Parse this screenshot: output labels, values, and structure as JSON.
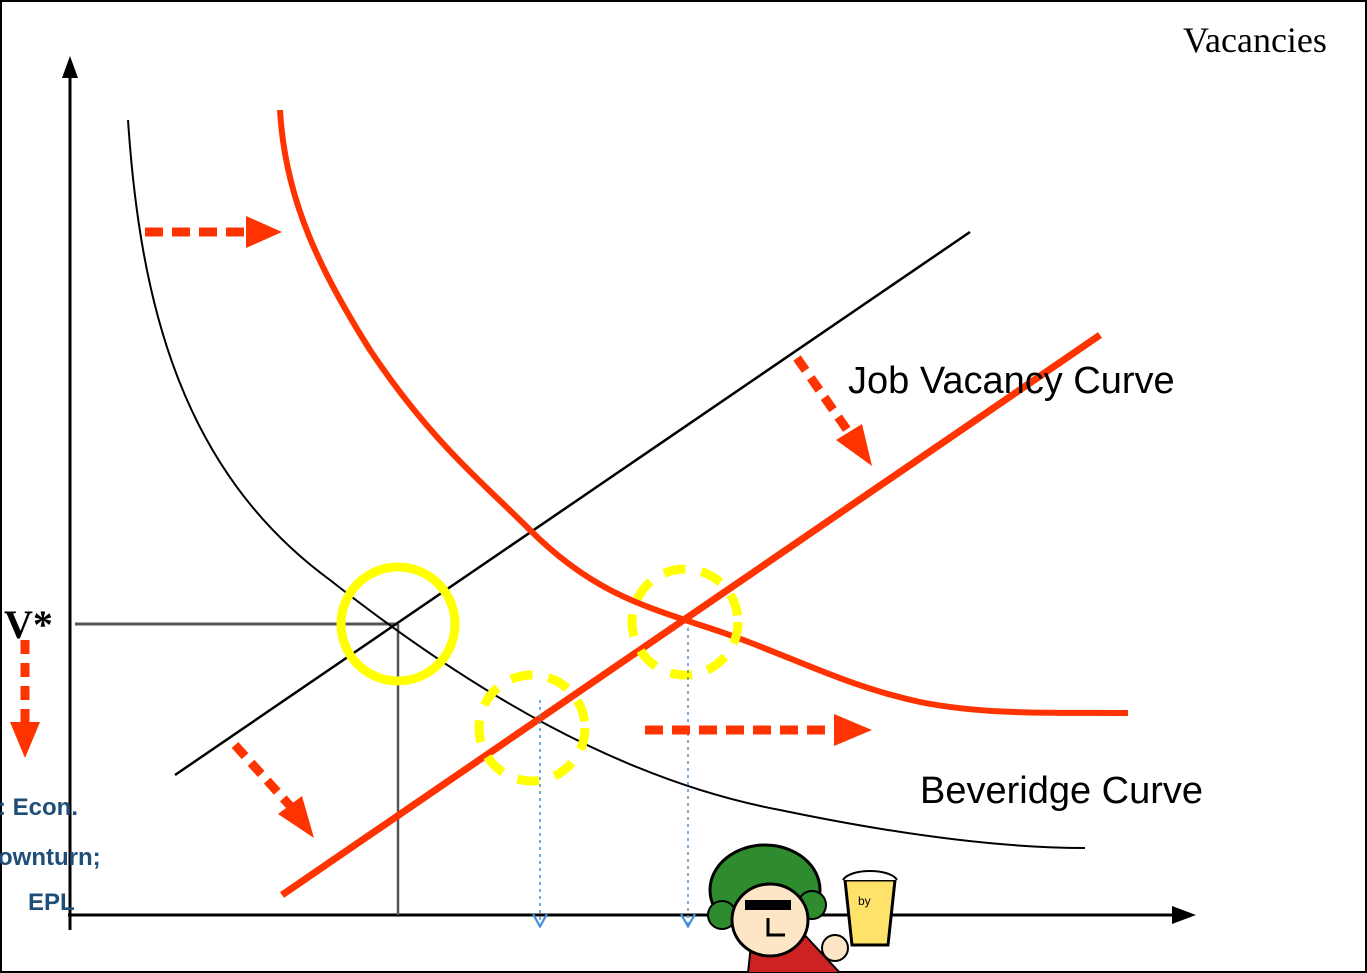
{
  "labels": {
    "y_axis": "Vacancies",
    "v_star": "V*",
    "job_vacancy_curve": "Job Vacancy Curve",
    "beveridge_curve": "Beveridge Curve",
    "note_line1": ": Econ.",
    "note_line2": "ownturn;",
    "note_line3": "EPL",
    "mug_text": "by"
  },
  "colors": {
    "shifted_curves": "#ff3300",
    "original_curves": "#000000",
    "arrows": "#ff3300",
    "equilibrium_circle": "#ffff00",
    "drop_lines": "#4a90d9",
    "note_text": "#1f4e79"
  },
  "icons": {
    "cartoon": "cartoon-man-with-beer-icon"
  }
}
